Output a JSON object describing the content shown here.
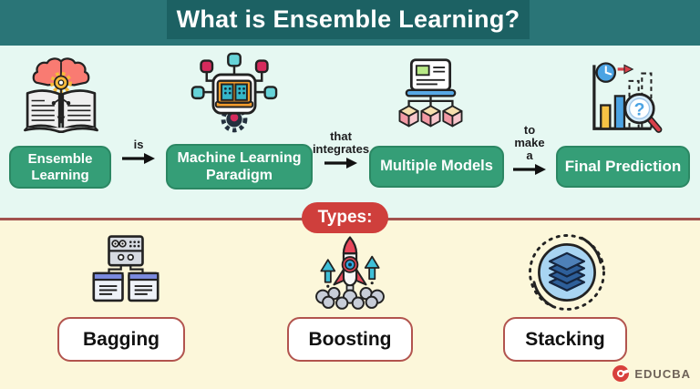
{
  "header": {
    "title": "What is Ensemble Learning?"
  },
  "flow": {
    "steps": [
      {
        "label": "Ensemble Learning",
        "icon": "brain-book-icon"
      },
      {
        "label": "Machine Learning Paradigm",
        "icon": "robot-book-icon"
      },
      {
        "label": "Multiple Models",
        "icon": "laptop-models-icon"
      },
      {
        "label": "Final Prediction",
        "icon": "chart-magnifier-icon"
      }
    ],
    "connectors": [
      {
        "label": "is"
      },
      {
        "label": "that integrates"
      },
      {
        "label": "to make a"
      }
    ]
  },
  "types": {
    "badge": "Types:",
    "items": [
      {
        "label": "Bagging",
        "icon": "server-network-icon"
      },
      {
        "label": "Boosting",
        "icon": "rocket-icon"
      },
      {
        "label": "Stacking",
        "icon": "stacked-layers-icon"
      }
    ]
  },
  "footer": {
    "brand": "EDUCBA",
    "logo_icon": "educba-e-icon"
  },
  "colors": {
    "teal": "#2a7577",
    "teal_dark": "#1c6163",
    "mint": "#e6f8f2",
    "cream": "#fcf7da",
    "green": "#359e77",
    "green_border": "#2b8763",
    "red": "#cf3f3c",
    "line_red": "#a2524e",
    "label_border": "#b2544e",
    "ink": "#1d1d1f",
    "brand_red": "#d8403c",
    "brand_text": "#6e6258"
  }
}
